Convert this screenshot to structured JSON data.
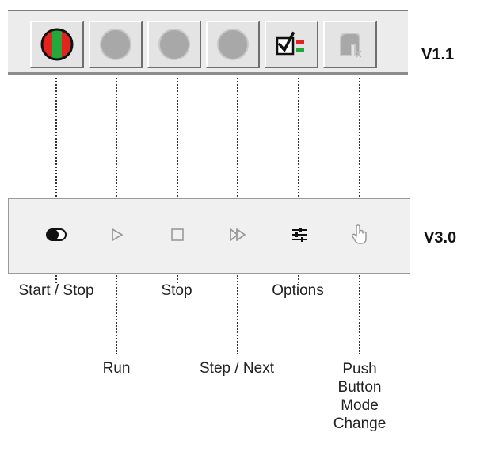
{
  "versions": {
    "v11": "V1.1",
    "v30": "V3.0"
  },
  "v11_buttons": [
    {
      "icon": "start-stop-icon",
      "state": "enabled"
    },
    {
      "icon": "run-icon",
      "state": "disabled"
    },
    {
      "icon": "stop-icon",
      "state": "disabled"
    },
    {
      "icon": "step-next-icon",
      "state": "disabled"
    },
    {
      "icon": "options-icon",
      "state": "enabled"
    },
    {
      "icon": "push-button-mode-icon",
      "state": "disabled"
    }
  ],
  "v30_buttons": [
    {
      "icon": "toggle-icon",
      "state": "enabled"
    },
    {
      "icon": "play-icon",
      "state": "disabled"
    },
    {
      "icon": "square-icon",
      "state": "disabled"
    },
    {
      "icon": "fast-forward-icon",
      "state": "disabled"
    },
    {
      "icon": "sliders-icon",
      "state": "enabled"
    },
    {
      "icon": "hand-pointer-icon",
      "state": "disabled"
    }
  ],
  "labels": {
    "start_stop": "Start / Stop",
    "run": "Run",
    "stop": "Stop",
    "step_next": "Step / Next",
    "options": "Options",
    "push_button": [
      "Push",
      "Button",
      "Mode",
      "Change"
    ]
  },
  "colors": {
    "red": "#e5231e",
    "green": "#22a93a",
    "disabled_gray": "#a8a8a8",
    "icon_dark": "#111111",
    "icon_light": "#9a9a9a"
  }
}
